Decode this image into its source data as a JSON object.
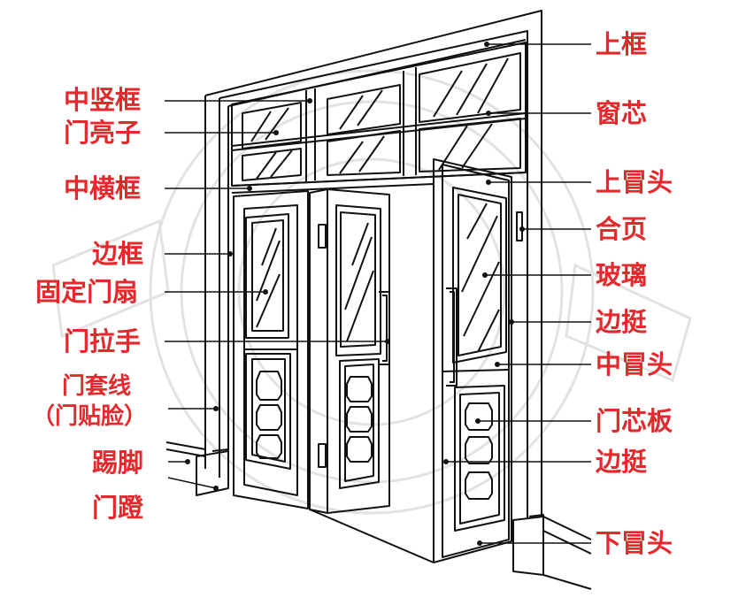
{
  "labels_left": [
    {
      "key": "zhongshukuang",
      "text": "中竖框"
    },
    {
      "key": "menliangzi",
      "text": "门亮子"
    },
    {
      "key": "zhonghengkuang",
      "text": "中横框"
    },
    {
      "key": "biankuang",
      "text": "边框"
    },
    {
      "key": "gudingmenshan",
      "text": "固定门扇"
    },
    {
      "key": "menlashou",
      "text": "门拉手"
    },
    {
      "key": "mentaoxian",
      "text": "门套线"
    },
    {
      "key": "mentielian",
      "text": "（门贴脸）"
    },
    {
      "key": "tijiao",
      "text": "踢脚"
    },
    {
      "key": "mendeng",
      "text": "门蹬"
    }
  ],
  "labels_right": [
    {
      "key": "shangkuang",
      "text": "上框"
    },
    {
      "key": "chuangxin",
      "text": "窗芯"
    },
    {
      "key": "shangmaotou",
      "text": "上冒头"
    },
    {
      "key": "heye",
      "text": "合页"
    },
    {
      "key": "boli",
      "text": "玻璃"
    },
    {
      "key": "bianting1",
      "text": "边挺"
    },
    {
      "key": "zhongmaotou",
      "text": "中冒头"
    },
    {
      "key": "menxinban",
      "text": "门芯板"
    },
    {
      "key": "bianting2",
      "text": "边挺"
    },
    {
      "key": "xiamaotou",
      "text": "下冒头"
    }
  ],
  "colors": {
    "label": "#e4282b",
    "line": "#111111",
    "watermark": "#dcdcdc"
  }
}
